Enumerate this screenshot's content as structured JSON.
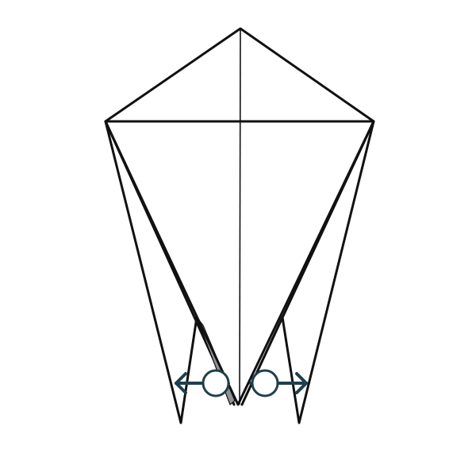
{
  "diagram": {
    "kind": "origami-fold-step",
    "paper_colors": {
      "light": "#cfe6f7",
      "mid": "#d4e2f6",
      "shade": "#c7d2ef",
      "edge": "#111111",
      "inner_fold": "#8f9298"
    },
    "arrow_color": "#1f3f4e",
    "arrows": [
      {
        "name": "left-arrow",
        "direction": "left"
      },
      {
        "name": "right-arrow",
        "direction": "right"
      }
    ]
  }
}
